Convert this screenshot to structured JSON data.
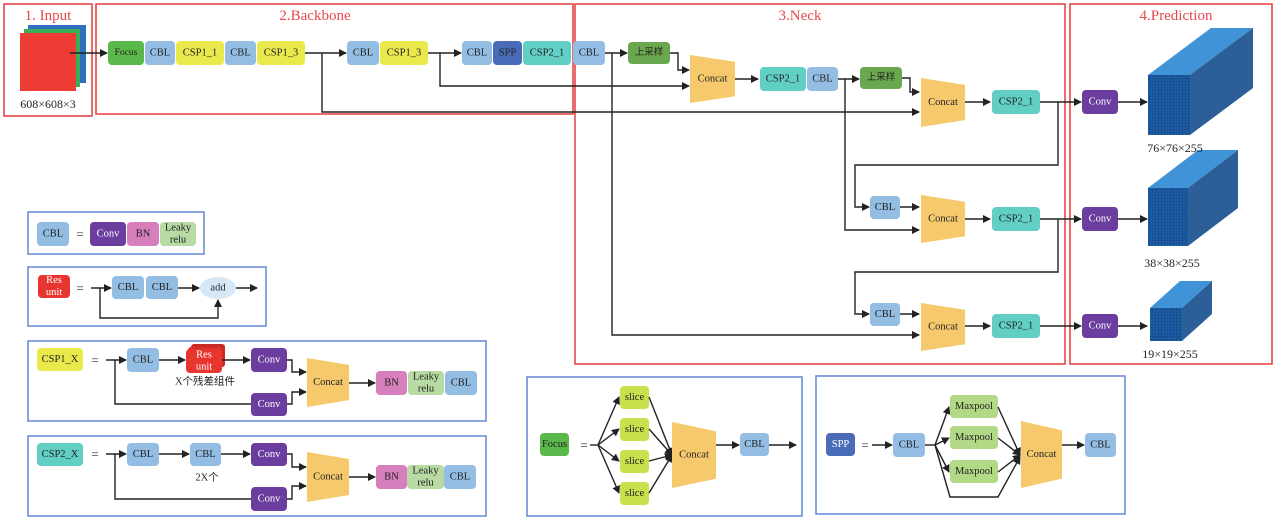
{
  "sections": {
    "input_title": "1. Input",
    "backbone_title": "2.Backbone",
    "neck_title": "3.Neck",
    "prediction_title": "4.Prediction"
  },
  "input": {
    "size_label": "608×608×3"
  },
  "backbone": {
    "blocks": [
      "Focus",
      "CBL",
      "CSP1_1",
      "CBL",
      "CSP1_3",
      "CBL",
      "CSP1_3",
      "CBL",
      "SPP",
      "CSP2_1",
      "CBL"
    ]
  },
  "neck": {
    "nodes": [
      "上采样",
      "Concat",
      "CSP2_1",
      "CBL",
      "上采样",
      "Concat",
      "CSP2_1",
      "CBL",
      "Concat",
      "CSP2_1",
      "CBL",
      "Concat",
      "CSP2_1"
    ]
  },
  "prediction": {
    "conv": [
      "Conv",
      "Conv",
      "Conv"
    ],
    "outputs": [
      "76×76×255",
      "38×38×255",
      "19×19×255"
    ]
  },
  "legends": {
    "cbl": {
      "name": "CBL",
      "eq": "=",
      "parts": [
        "Conv",
        "BN"
      ],
      "leaky": [
        "Leaky",
        "relu"
      ]
    },
    "res_unit": {
      "name": [
        "Res",
        "unit"
      ],
      "eq": "=",
      "parts": [
        "CBL",
        "CBL"
      ],
      "add": "add"
    },
    "csp1_x": {
      "name": "CSP1_X",
      "eq": "=",
      "cbl": "CBL",
      "res": [
        "Res",
        "unit"
      ],
      "note": "X个残差组件",
      "conv": [
        "Conv",
        "Conv"
      ],
      "concat": "Concat",
      "bn": "BN",
      "leaky": [
        "Leaky",
        "relu"
      ],
      "tail": "CBL"
    },
    "csp2_x": {
      "name": "CSP2_X",
      "eq": "=",
      "cbl": [
        "CBL",
        "CBL"
      ],
      "note": "2X个",
      "conv": [
        "Conv",
        "Conv"
      ],
      "concat": "Concat",
      "bn": "BN",
      "leaky": [
        "Leaky",
        "relu"
      ],
      "tail": "CBL"
    },
    "focus": {
      "name": "Focus",
      "eq": "=",
      "slices": [
        "slice",
        "slice",
        "slice",
        "slice"
      ],
      "concat": "Concat",
      "cbl": "CBL"
    },
    "spp": {
      "name": "SPP",
      "eq": "=",
      "cbl": "CBL",
      "maxpool": [
        "Maxpool",
        "Maxpool",
        "Maxpool"
      ],
      "concat": "Concat",
      "tail": "CBL"
    }
  },
  "colors": {
    "frame_red": "#e8474a",
    "frame_blue": "#6a8fd8",
    "focus": "#5bb84a",
    "cbl": "#93bde3",
    "csp1": "#e9e94c",
    "csp2": "#62cfc5",
    "spp": "#4a6cb8",
    "upsample": "#6aa84f",
    "concat": "#f6c96c",
    "conv": "#6a3d9e",
    "bn": "#d67fbc",
    "leaky": "#b7dba2",
    "res": "#e8352f",
    "add": "#d6e8f5",
    "slice": "#c9df4b",
    "maxpool": "#b2d985",
    "cube_front": "#1d5da6",
    "cube_top": "#3f93d6",
    "cube_side": "#2c5e97"
  }
}
